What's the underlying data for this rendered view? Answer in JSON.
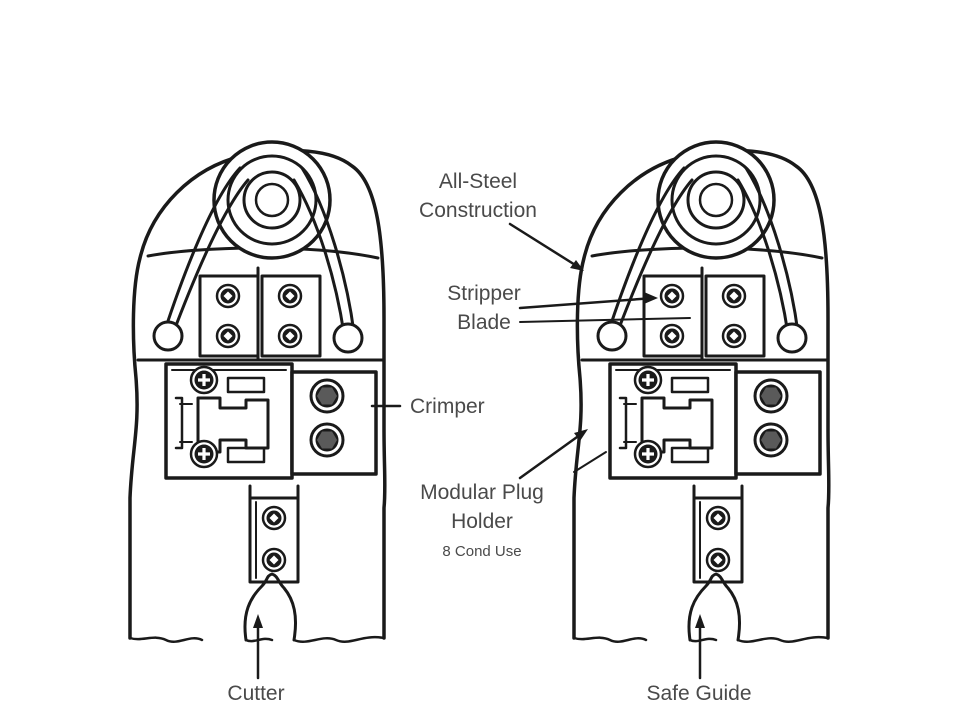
{
  "labels": {
    "all_steel_line1": "All-Steel",
    "all_steel_line2": "Construction",
    "stripper_line1": "Stripper",
    "stripper_line2": "Blade",
    "crimper": "Crimper",
    "modular_line1": "Modular Plug",
    "modular_line2": "Holder",
    "modular_note": "8 Cond Use",
    "cutter": "Cutter",
    "safe_guide": "Safe Guide"
  },
  "colors": {
    "ink": "#1a1a1a",
    "label_text": "#4a4a4a",
    "background": "#ffffff"
  }
}
